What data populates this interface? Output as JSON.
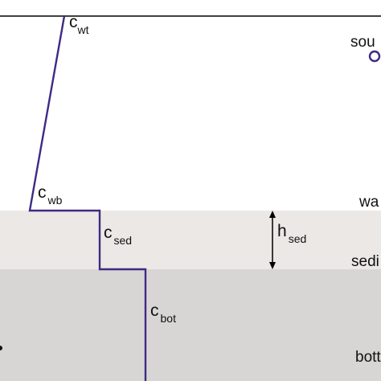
{
  "colors": {
    "background": "#ffffff",
    "sediment_layer": "#ebe8e6",
    "bottom_layer": "#d8d6d5",
    "profile_line": "#3f2a84",
    "source_marker": "#3f2a84",
    "text": "#111111"
  },
  "labels": {
    "c_wt": {
      "main": "c",
      "sub": "wt"
    },
    "c_wb": {
      "main": "c",
      "sub": "wb"
    },
    "c_sed": {
      "main": "c",
      "sub": "sed"
    },
    "c_bot": {
      "main": "c",
      "sub": "bot"
    },
    "h_sed": {
      "main": "h",
      "sub": "sed"
    }
  },
  "side_labels": {
    "source": "sou",
    "water": "wa",
    "sediment": "sedi",
    "bottom": "bott"
  },
  "icons": {
    "source_marker": "open-circle-icon",
    "thickness_arrow": "double-arrow-icon"
  }
}
